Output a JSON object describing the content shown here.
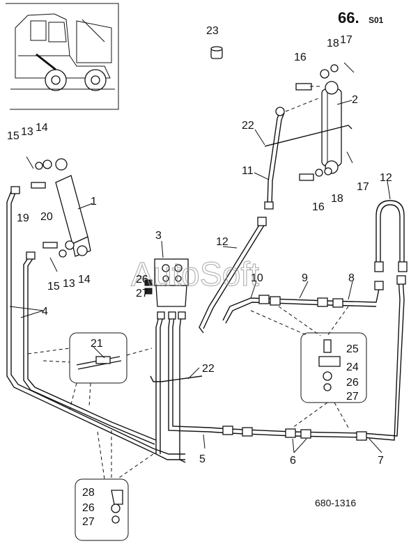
{
  "sheet": {
    "number": "66.",
    "suffix": "S01"
  },
  "drawing_ref": "680-1316",
  "watermark": "AutoSoft",
  "callouts": {
    "c1": "1",
    "c2": "2",
    "c3": "3",
    "c4": "4",
    "c5": "5",
    "c6": "6",
    "c7": "7",
    "c8": "8",
    "c9": "9",
    "c10": "10",
    "c11": "11",
    "c12a": "12",
    "c12b": "12",
    "c13a": "13",
    "c13b": "13",
    "c14a": "14",
    "c14b": "14",
    "c15a": "15",
    "c15b": "15",
    "c16a": "16",
    "c16b": "16",
    "c17a": "17",
    "c17b": "17",
    "c18a": "18",
    "c18b": "18",
    "c19": "19",
    "c20": "20",
    "c21": "21",
    "c22a": "22",
    "c22b": "22",
    "c23": "23",
    "c24": "24",
    "c25": "25",
    "c26a": "26",
    "c26b": "26",
    "c26c": "26",
    "c27a": "27",
    "c27b": "27",
    "c27c": "27",
    "c28": "28"
  }
}
